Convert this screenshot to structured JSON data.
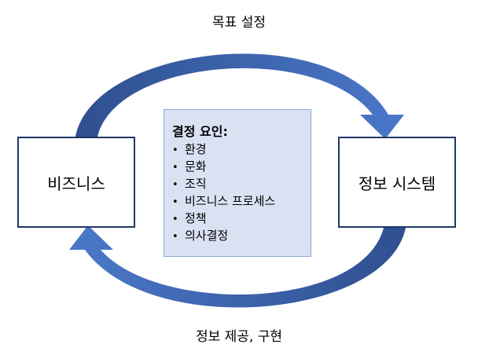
{
  "labels": {
    "top": "목표 설정",
    "bottom": "정보 제공, 구현"
  },
  "boxes": {
    "left": "비즈니스",
    "right": "정보 시스템"
  },
  "factors": {
    "title": "결정 요인:",
    "items": [
      "환경",
      "문화",
      "조직",
      "비즈니스 프로세스",
      "정책",
      "의사결정"
    ]
  },
  "colors": {
    "arrow_dark": "#2f4f8f",
    "arrow_light": "#4472c4",
    "box_border": "#1f3864",
    "factors_fill": "#d9e1f2",
    "factors_border": "#8ea9db"
  }
}
